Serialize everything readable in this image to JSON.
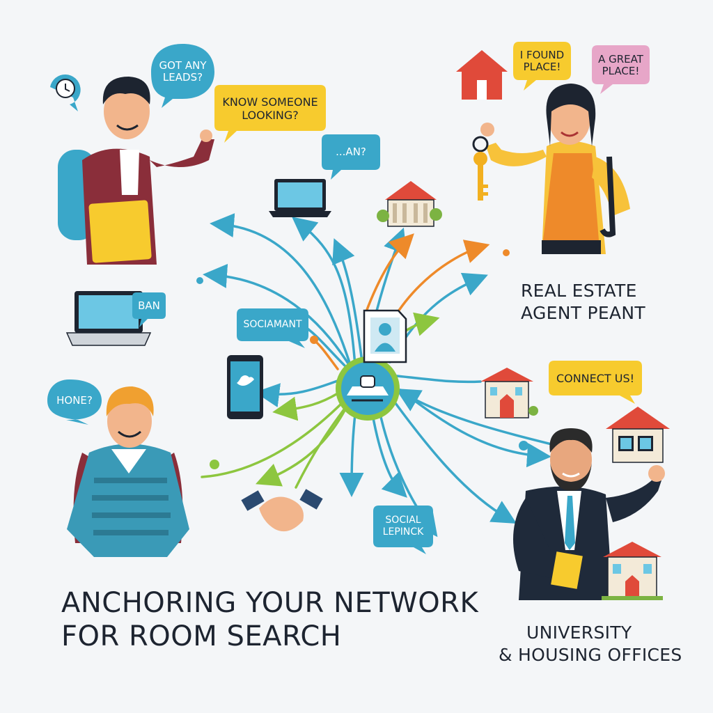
{
  "title": {
    "line1": "ANCHORING YOUR NETWORK",
    "line2": "FOR ROOM SEARCH"
  },
  "labels": {
    "real_estate_line1": "REAL ESTATE",
    "real_estate_line2": "AGENT PEANT",
    "university_line1": "UNIVERSITY",
    "university_line2": "& HOUSING OFFICES"
  },
  "bubbles": {
    "got_any_leads_1": "GOT ANY",
    "got_any_leads_2": "LEADS?",
    "know_someone_1": "KNOW SOMEONE",
    "know_someone_2": "LOOKING?",
    "an": "...AN?",
    "ban": "BAN",
    "sociamant": "SOCIAMANT",
    "hone": "HONE?",
    "social_1": "SOCIAL",
    "social_2": "LEPINCK",
    "i_found_1": "I FOUND",
    "i_found_2": "PLACE!",
    "a_great_1": "A GREAT",
    "a_great_2": "PLACE!",
    "connect_us": "CONNECT US!"
  },
  "colors": {
    "background": "#f4f6f8",
    "teal": "#3aa7c9",
    "yellow": "#f7cb2e",
    "pink": "#e7a6c8",
    "orange": "#ee8a2a",
    "green": "#8dc63f",
    "red_house": "#e04a3a",
    "navy": "#1d2430"
  },
  "icons": [
    "clock-refresh-icon",
    "laptop-icon",
    "bank-building-icon",
    "house-icon",
    "smartphone-twitter-icon",
    "handshake-icon",
    "profile-document-icon",
    "network-hub-icon",
    "key-icon"
  ]
}
